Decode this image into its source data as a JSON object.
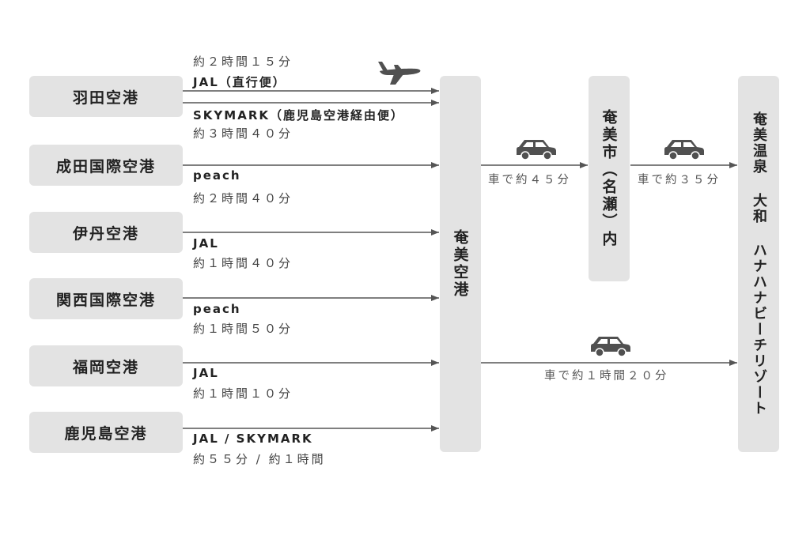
{
  "origins": [
    {
      "name": "羽田空港"
    },
    {
      "name": "成田国際空港"
    },
    {
      "name": "伊丹空港"
    },
    {
      "name": "関西国際空港"
    },
    {
      "name": "福岡空港"
    },
    {
      "name": "鹿児島空港"
    }
  ],
  "routes": {
    "haneda_direct_time": "約２時間１５分",
    "haneda_direct_airline": "JAL（直行便）",
    "haneda_via_airline": "SKYMARK（鹿児島空港経由便）",
    "haneda_via_time": "約３時間４０分",
    "narita_airline": "peach",
    "narita_time": "約２時間４０分",
    "itami_airline": "JAL",
    "itami_time": "約１時間４０分",
    "kansai_airline": "peach",
    "kansai_time": "約１時間５０分",
    "fukuoka_airline": "JAL",
    "fukuoka_time": "約１時間１０分",
    "kagoshima_airline": "JAL / SKYMARK",
    "kagoshima_time": "約５５分 / 約１時間"
  },
  "amami_airport": "奄美空港",
  "naze_city": "奄美市（名瀬）内",
  "resort": "奄美温泉 大和 ハナハナビーチリゾート",
  "drives": {
    "airport_to_city": "車で約４５分",
    "city_to_resort": "車で約３５分",
    "airport_to_resort": "車で約１時間２０分"
  },
  "icons": {
    "plane": "airplane-icon",
    "car": "car-icon"
  },
  "colors": {
    "box": "#e3e3e3",
    "arrow": "#555555",
    "icon": "#505050"
  }
}
